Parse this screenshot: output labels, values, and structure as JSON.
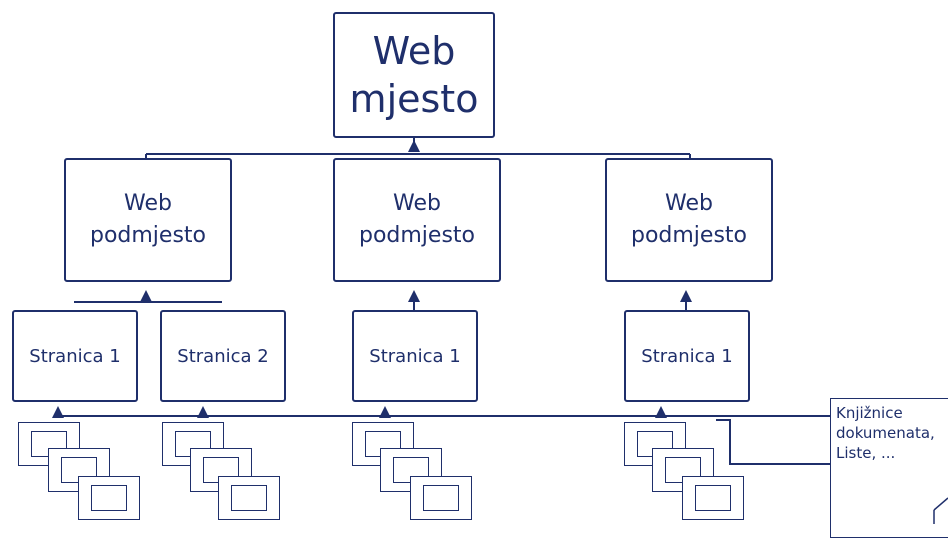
{
  "root": {
    "line1": "Web",
    "line2": "mjesto"
  },
  "subsites": [
    {
      "line1": "Web",
      "line2": "podmjesto"
    },
    {
      "line1": "Web",
      "line2": "podmjesto"
    },
    {
      "line1": "Web",
      "line2": "podmjesto"
    }
  ],
  "pages": [
    {
      "label": "Stranica 1"
    },
    {
      "label": "Stranica 2"
    },
    {
      "label": "Stranica 1"
    },
    {
      "label": "Stranica 1"
    }
  ],
  "note": {
    "line1": "Knjižnice",
    "line2": "dokumenata,",
    "line3": "Liste, ..."
  },
  "colors": {
    "ink": "#1f2f6b",
    "background": "#ffffff"
  }
}
